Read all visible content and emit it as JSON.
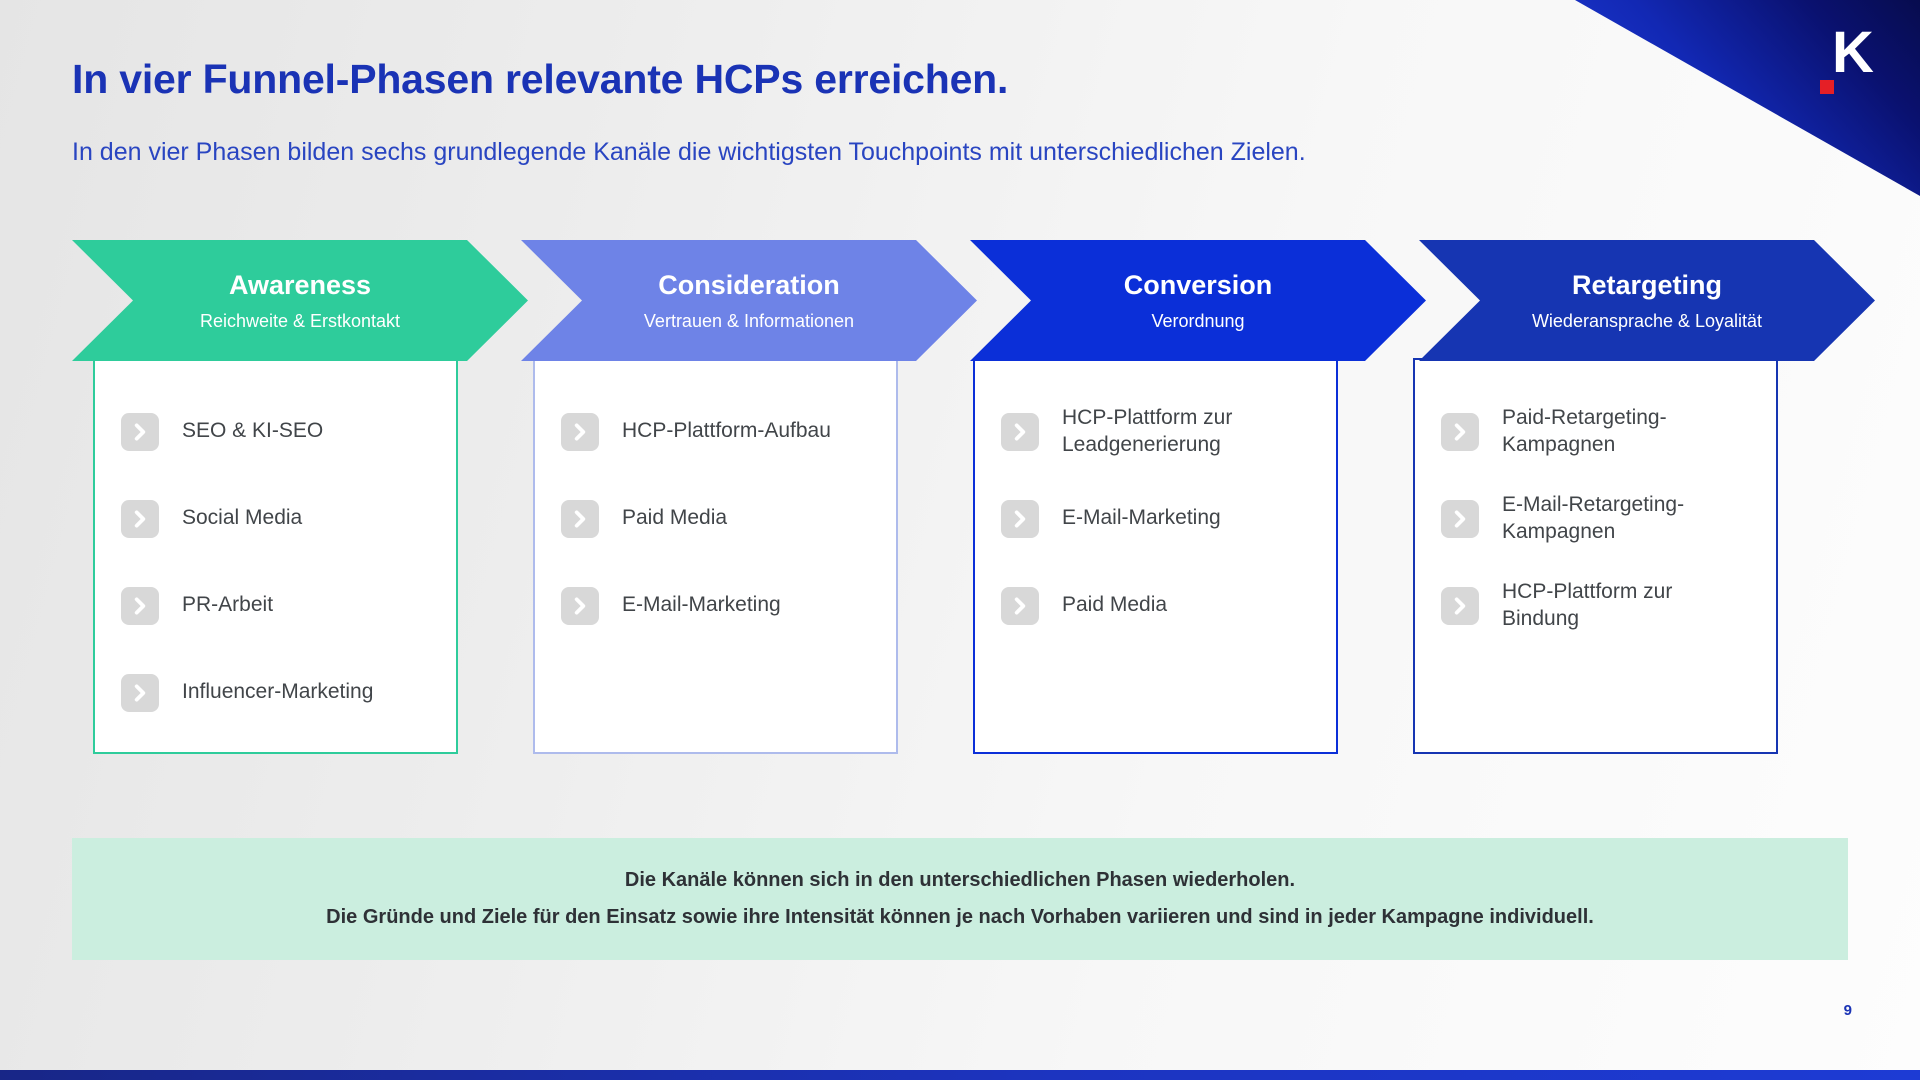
{
  "slide": {
    "title": "In vier Funnel-Phasen relevante HCPs erreichen.",
    "subtitle": "In den vier Phasen bilden sechs grundlegende Kanäle die wichtigsten Touchpoints mit unterschiedlichen Zielen.",
    "page_number": "9",
    "logo_letter": "K"
  },
  "phases": [
    {
      "title": "Awareness",
      "subtitle": "Reichweite & Erstkontakt",
      "color": "#2ecc9b",
      "border_color": "#2ecc9b",
      "items": [
        "SEO & KI-SEO",
        "Social Media",
        "PR-Arbeit",
        "Influencer-Marketing"
      ]
    },
    {
      "title": "Consideration",
      "subtitle": "Vertrauen & Informationen",
      "color": "#6e83e7",
      "border_color": "#aebbec",
      "items": [
        "HCP-Plattform-Aufbau",
        "Paid Media",
        "E-Mail-Marketing"
      ]
    },
    {
      "title": "Conversion",
      "subtitle": "Verordnung",
      "color": "#0b2fd8",
      "border_color": "#0b2fd8",
      "items": [
        "HCP-Plattform zur Leadgenerierung",
        "E-Mail-Marketing",
        "Paid Media"
      ]
    },
    {
      "title": "Retargeting",
      "subtitle": "Wiederansprache & Loyalität",
      "color": "#1635b2",
      "border_color": "#1635b2",
      "items": [
        "Paid-Retargeting-Kampagnen",
        "E-Mail-Retargeting-Kampagnen",
        "HCP-Plattform zur Bindung"
      ]
    }
  ],
  "note": {
    "line1": "Die Kanäle können sich in den unterschiedlichen Phasen wiederholen.",
    "line2": "Die Gründe und Ziele für den Einsatz sowie ihre Intensität können je nach Vorhaben variieren und sind in jeder Kampagne individuell.",
    "background": "#cbeedf"
  },
  "colors": {
    "title_blue": "#1a33b5",
    "subtitle_blue": "#2945c1",
    "brand_red": "#e51f26",
    "icon_gray": "#d8d8d8"
  }
}
